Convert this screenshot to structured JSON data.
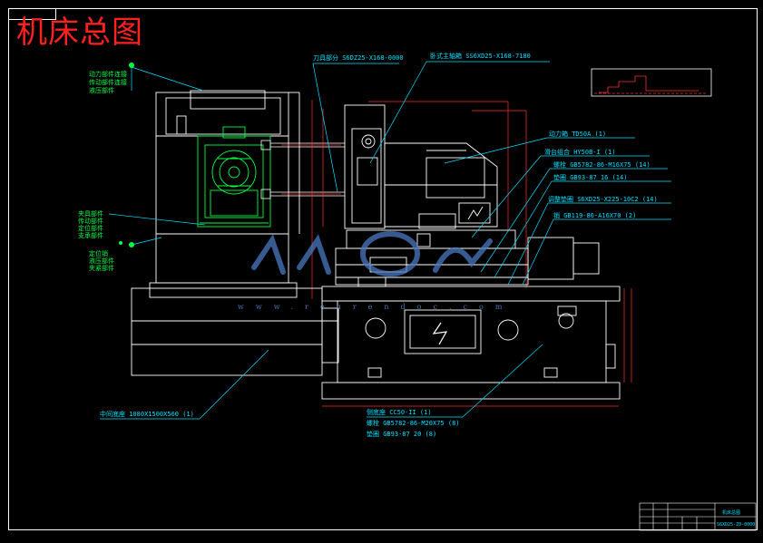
{
  "drawing": {
    "title": "机床总图",
    "colors": {
      "background": "#000000",
      "outline": "#ffffff",
      "leader": "#00e0ff",
      "gearbox": "#00ff40",
      "dimension": "#ff3030",
      "title_text": "#ff2020",
      "watermark": "#4a7ac0"
    },
    "callouts": [
      {
        "id": "tool-part",
        "text": "刀具部分 S6DZ25-X168-0000"
      },
      {
        "id": "horizontal-spindle",
        "text": "卧式主轴箱 SS6XD25-X168-7180"
      },
      {
        "id": "power-head",
        "text": "动力箱 TD50A (1)"
      },
      {
        "id": "slide-table",
        "text": "滑台组合 HY50B-I (1)"
      },
      {
        "id": "screw",
        "text": "螺栓 GB5782-86-M16X75 (14)"
      },
      {
        "id": "washer",
        "text": "垫圈 GB93-87 16 (14)"
      },
      {
        "id": "adjust-block",
        "text": "调整垫圈 S6XD25-X225-10C2 (14)"
      },
      {
        "id": "pin",
        "text": "销 GB119-86-A16X70 (2)"
      },
      {
        "id": "middle-base",
        "text": "中间底座 1080X1500X560 (1)"
      },
      {
        "id": "side-base",
        "text": "侧底座 CC50-II (1)"
      },
      {
        "id": "side-screw",
        "text": "螺栓 GB5782-86-M20X75 (8)"
      },
      {
        "id": "side-washer",
        "text": "垫圈 GB93-87 20 (8)"
      }
    ],
    "left_notes_top": [
      "动力部件连接",
      "传动部件连接",
      "液压部件"
    ],
    "left_notes_mid": [
      "夹具部件",
      "传动部件",
      "定位部件",
      "支承部件"
    ],
    "left_notes_low": [
      "定位销",
      "液压部件",
      "夹紧部件"
    ],
    "watermark": {
      "logo": "人人文库",
      "url": "www.renrendoc.com"
    },
    "title_block": {
      "name": "机床总图",
      "code": "S6XD25-Z0-0000"
    }
  }
}
